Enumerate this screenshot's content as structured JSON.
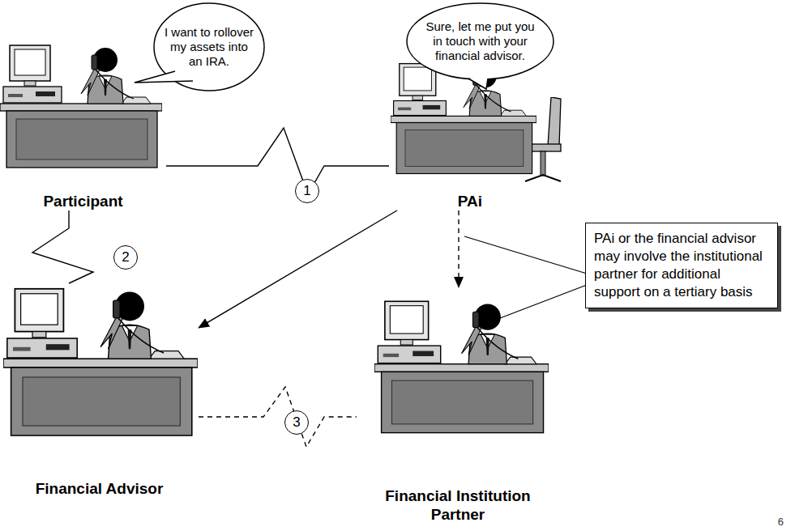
{
  "diagram": {
    "nodes": [
      {
        "text": [
          "I want to rollover my assets into an IRA."
        ]
      },
      {
        "text": [
          "Sure, let me put you in touch with your financial advisor."
        ]
      },
      {
        "text": [
          "Participant"
        ]
      },
      {
        "text": [
          "PAi"
        ]
      },
      {
        "text": [
          "PAi or the financial advisor may involve the institutional partner for additional support on a tertiary basis"
        ]
      },
      {
        "text": [
          "Financial Advisor"
        ]
      },
      {
        "text": [
          "Financial Institution Partner"
        ]
      }
    ],
    "edges": [
      {
        "from": 2,
        "to": 3,
        "label": "1",
        "arrow": "none"
      },
      {
        "from": 3,
        "to": 5,
        "arrow": "to"
      },
      {
        "from": 3,
        "to": 6,
        "arrow": "to"
      },
      {
        "from": 2,
        "to": 5,
        "label": "2",
        "arrow": "none"
      },
      {
        "from": 5,
        "to": 6,
        "label": "3",
        "arrow": "none"
      }
    ],
    "labels": [
      "6"
    ]
  }
}
